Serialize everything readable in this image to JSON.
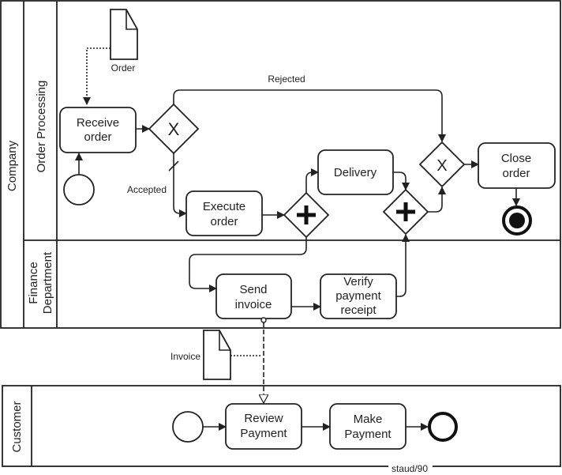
{
  "pools": {
    "company": {
      "label": "Company",
      "lanes": {
        "order_processing": "Order Processing",
        "finance": [
          "Finance",
          "Department"
        ]
      }
    },
    "customer": {
      "label": "Customer"
    }
  },
  "data_objects": {
    "order": "Order",
    "invoice": "Invoice"
  },
  "tasks": {
    "receive_order": [
      "Receive",
      "order"
    ],
    "execute_order": [
      "Execute",
      "order"
    ],
    "delivery": [
      "Delivery"
    ],
    "close_order": [
      "Close",
      "order"
    ],
    "send_invoice": [
      "Send",
      "invoice"
    ],
    "verify_payment": [
      "Verify",
      "payment",
      "receipt"
    ],
    "review_payment": [
      "Review",
      "Payment"
    ],
    "make_payment": [
      "Make",
      "Payment"
    ]
  },
  "gateways": {
    "exclusive_symbol": "X"
  },
  "flow_labels": {
    "rejected": "Rejected",
    "accepted": "Accepted"
  },
  "footer": "staud/90"
}
